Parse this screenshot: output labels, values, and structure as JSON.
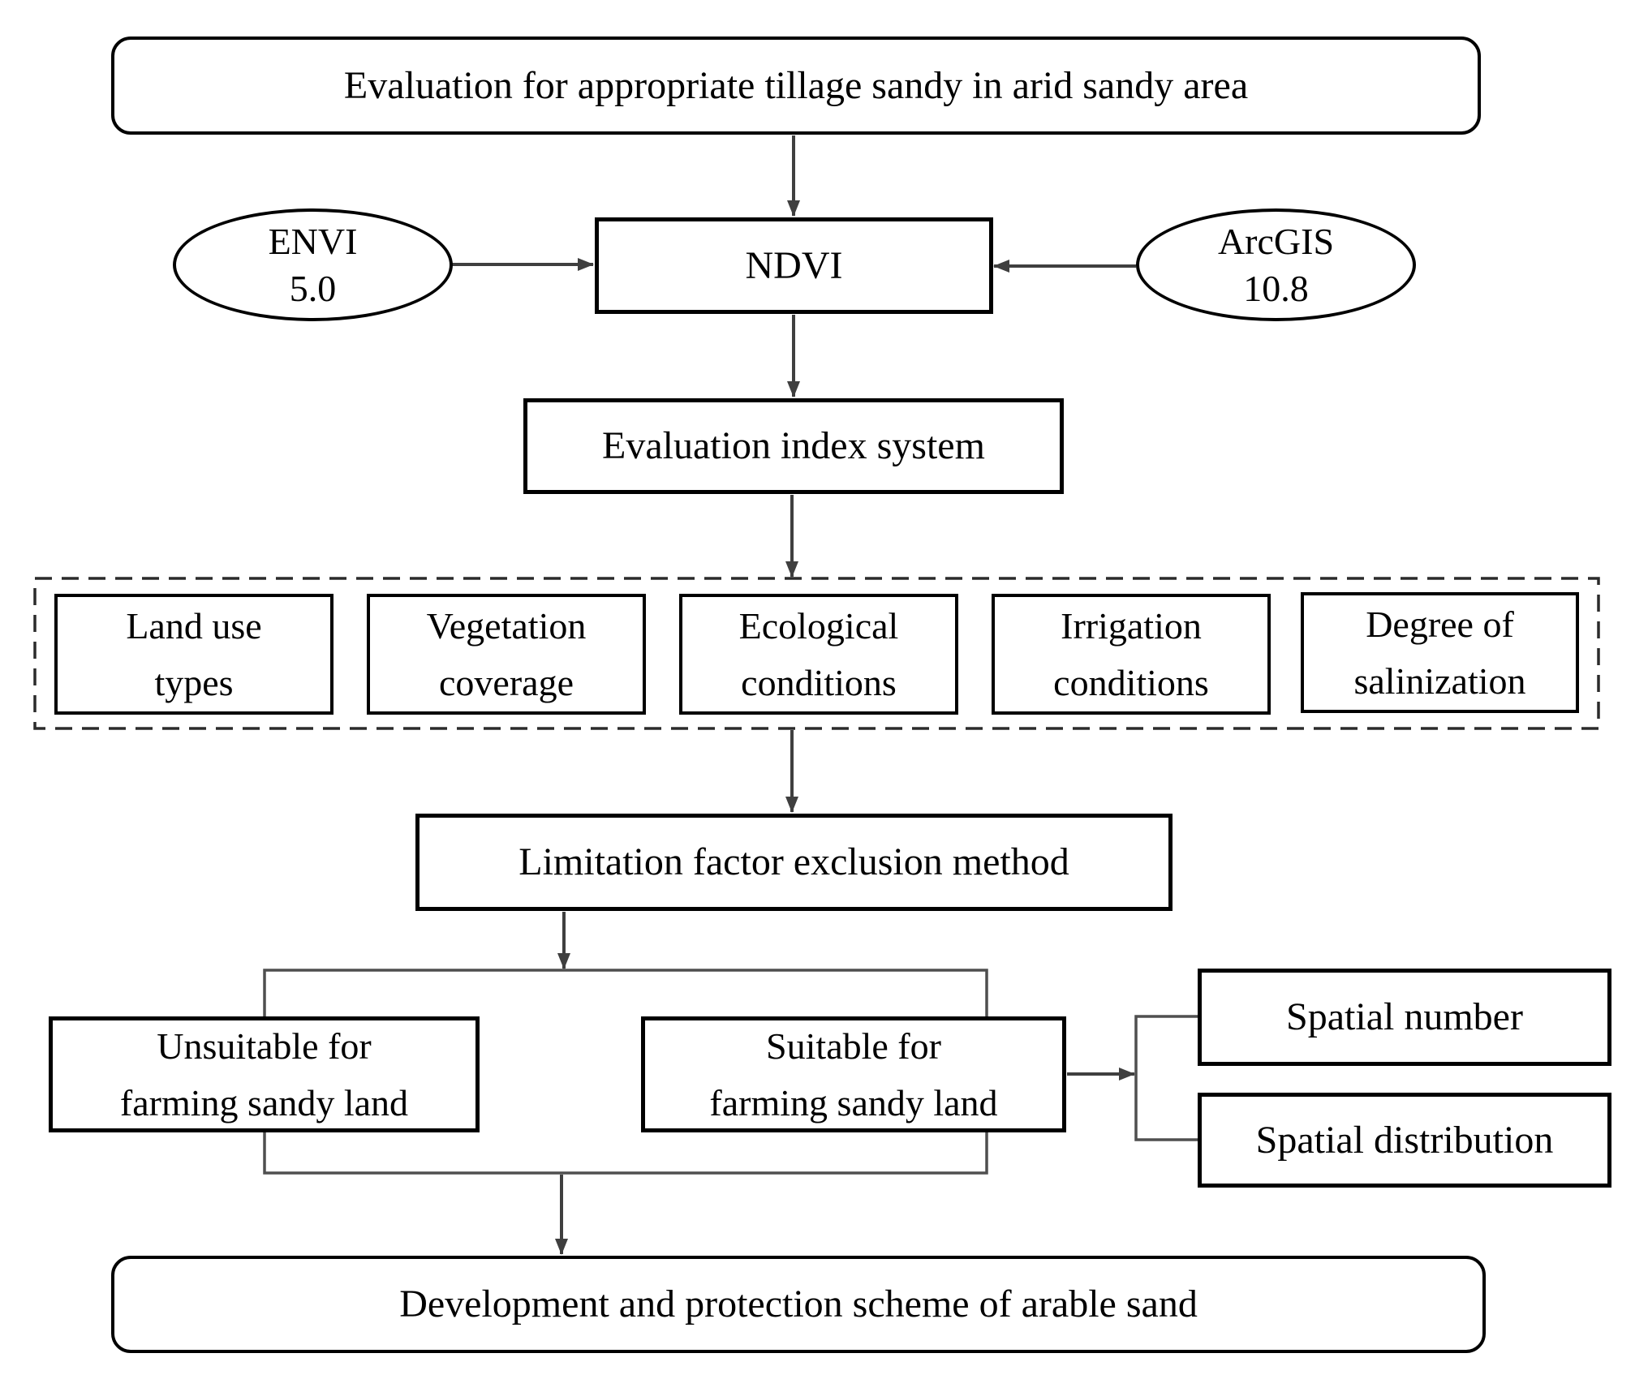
{
  "diagram": {
    "top_title": "Evaluation for appropriate tillage sandy in arid sandy area",
    "envi": {
      "line1": "ENVI",
      "line2": "5.0"
    },
    "arcgis": {
      "line1": "ArcGIS",
      "line2": "10.8"
    },
    "ndvi": "NDVI",
    "evaluation_index": "Evaluation index system",
    "factors": [
      {
        "line1": "Land use",
        "line2": "types"
      },
      {
        "line1": "Vegetation",
        "line2": "coverage"
      },
      {
        "line1": "Ecological",
        "line2": "conditions"
      },
      {
        "line1": "Irrigation",
        "line2": "conditions"
      },
      {
        "line1": "Degree of",
        "line2": "salinization"
      }
    ],
    "limitation": "Limitation factor exclusion method",
    "unsuitable": {
      "line1": "Unsuitable for",
      "line2": "farming sandy land"
    },
    "suitable": {
      "line1": "Suitable for",
      "line2": "farming sandy land"
    },
    "spatial_number": "Spatial number",
    "spatial_distribution": "Spatial distribution",
    "bottom_title": "Development and protection scheme of arable sand",
    "colors": {
      "background": "#ffffff",
      "text": "#000000",
      "border": "#000000",
      "line": "#3f3f3f",
      "frame": "#4f4f4f",
      "dashed": "#2b2b2b"
    }
  }
}
